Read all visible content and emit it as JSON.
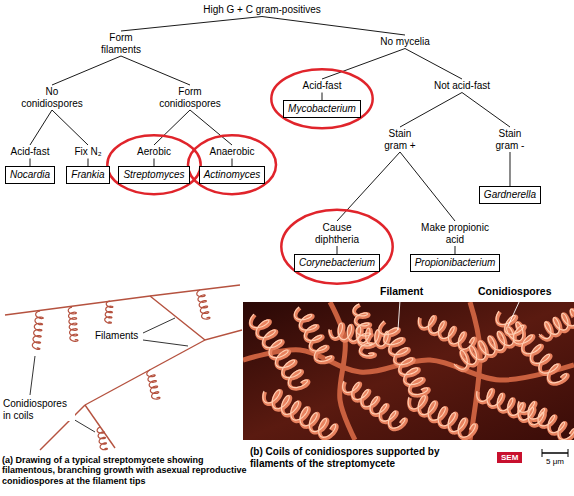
{
  "diagram": {
    "nodes": [
      {
        "text": [
          "High G + C gram-positives"
        ]
      },
      {
        "text": [
          "Form filaments"
        ]
      },
      {
        "text": [
          "No mycelia"
        ]
      },
      {
        "text": [
          "No conidiospores"
        ]
      },
      {
        "text": [
          "Form conidiospores"
        ]
      },
      {
        "text": [
          "Acid-fast"
        ]
      },
      {
        "text": [
          "Fix N₂"
        ]
      },
      {
        "text": [
          "Aerobic"
        ]
      },
      {
        "text": [
          "Anaerobic"
        ]
      },
      {
        "text": [
          "Nocardia"
        ]
      },
      {
        "text": [
          "Frankia"
        ]
      },
      {
        "text": [
          "Streptomyces"
        ]
      },
      {
        "text": [
          "Actinomyces"
        ]
      },
      {
        "text": [
          "Acid-fast"
        ]
      },
      {
        "text": [
          "Not acid-fast"
        ]
      },
      {
        "text": [
          "Mycobacterium"
        ]
      },
      {
        "text": [
          "Stain gram +"
        ]
      },
      {
        "text": [
          "Stain gram -"
        ]
      },
      {
        "text": [
          "Gardnerella"
        ]
      },
      {
        "text": [
          "Cause diphtheria"
        ]
      },
      {
        "text": [
          "Make propionic acid"
        ]
      },
      {
        "text": [
          "Corynebacterium"
        ]
      },
      {
        "text": [
          "Propionibacterium"
        ]
      }
    ],
    "edges": [
      {
        "from": 0,
        "to": 1,
        "arrow": "none"
      },
      {
        "from": 0,
        "to": 2,
        "arrow": "none"
      },
      {
        "from": 1,
        "to": 3,
        "arrow": "none"
      },
      {
        "from": 1,
        "to": 4,
        "arrow": "none"
      },
      {
        "from": 3,
        "to": 5,
        "arrow": "none"
      },
      {
        "from": 3,
        "to": 6,
        "arrow": "none"
      },
      {
        "from": 4,
        "to": 7,
        "arrow": "none"
      },
      {
        "from": 4,
        "to": 8,
        "arrow": "none"
      },
      {
        "from": 5,
        "to": 9,
        "arrow": "none"
      },
      {
        "from": 6,
        "to": 10,
        "arrow": "none"
      },
      {
        "from": 7,
        "to": 11,
        "arrow": "none"
      },
      {
        "from": 8,
        "to": 12,
        "arrow": "none"
      },
      {
        "from": 2,
        "to": 13,
        "arrow": "none"
      },
      {
        "from": 2,
        "to": 14,
        "arrow": "none"
      },
      {
        "from": 13,
        "to": 15,
        "arrow": "none"
      },
      {
        "from": 14,
        "to": 16,
        "arrow": "none"
      },
      {
        "from": 14,
        "to": 17,
        "arrow": "none"
      },
      {
        "from": 17,
        "to": 18,
        "arrow": "none"
      },
      {
        "from": 16,
        "to": 19,
        "arrow": "none"
      },
      {
        "from": 16,
        "to": 20,
        "arrow": "none"
      },
      {
        "from": 19,
        "to": 21,
        "arrow": "none"
      },
      {
        "from": 20,
        "to": 22,
        "arrow": "none"
      }
    ],
    "labels": [
      "Filaments",
      "Conidiospores in coils",
      "(a) Drawing of a typical streptomycete showing filamentous, branching growth with asexual reproductive conidiospores at the filament tips",
      "Filament",
      "Conidiospores",
      "(b) Coils of conidiospores supported by filaments of the streptomycete",
      "SEM",
      "5 μm"
    ]
  }
}
